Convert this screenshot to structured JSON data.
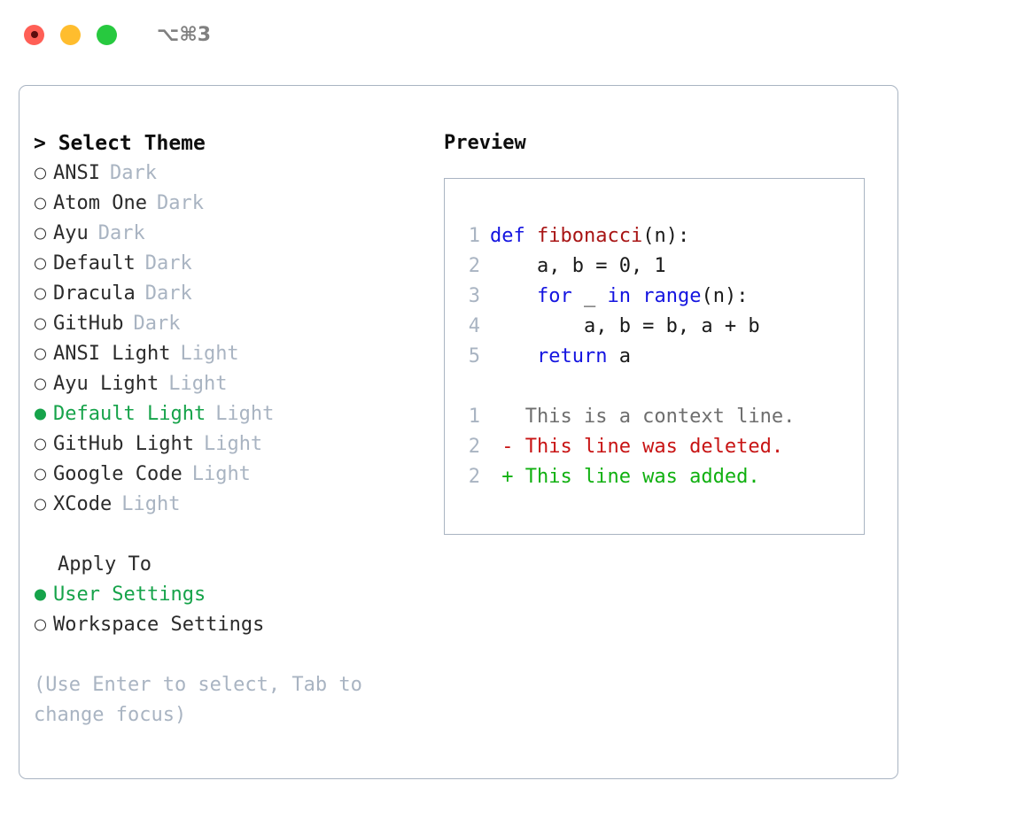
{
  "window": {
    "shortcut": "⌥⌘3",
    "traffic_lights": [
      {
        "name": "close-button",
        "color": "#ff5f56"
      },
      {
        "name": "minimize-button",
        "color": "#ffbd2e"
      },
      {
        "name": "maximize-button",
        "color": "#27c93f"
      }
    ]
  },
  "theme_picker": {
    "title": "> Select Theme",
    "selected_theme": "Default Light",
    "items": [
      {
        "name": "ANSI",
        "variant": "Dark",
        "selected": false
      },
      {
        "name": "Atom One",
        "variant": "Dark",
        "selected": false
      },
      {
        "name": "Ayu",
        "variant": "Dark",
        "selected": false
      },
      {
        "name": "Default",
        "variant": "Dark",
        "selected": false
      },
      {
        "name": "Dracula",
        "variant": "Dark",
        "selected": false
      },
      {
        "name": "GitHub",
        "variant": "Dark",
        "selected": false
      },
      {
        "name": "ANSI Light",
        "variant": "Light",
        "selected": false
      },
      {
        "name": "Ayu Light",
        "variant": "Light",
        "selected": false
      },
      {
        "name": "Default Light",
        "variant": "Light",
        "selected": true
      },
      {
        "name": "GitHub Light",
        "variant": "Light",
        "selected": false
      },
      {
        "name": "Google Code",
        "variant": "Light",
        "selected": false
      },
      {
        "name": "XCode",
        "variant": "Light",
        "selected": false
      }
    ]
  },
  "apply_to": {
    "title": "Apply To",
    "selected": "User Settings",
    "options": [
      {
        "label": "User Settings",
        "selected": true
      },
      {
        "label": "Workspace Settings",
        "selected": false
      }
    ]
  },
  "hint": "(Use Enter to select, Tab to change focus)",
  "preview": {
    "title": "Preview",
    "code_lines": [
      {
        "number": "1",
        "tokens": [
          {
            "text": "def ",
            "style": "kw"
          },
          {
            "text": "fibonacci",
            "style": "fn"
          },
          {
            "text": "(n):",
            "style": "pl"
          }
        ]
      },
      {
        "number": "2",
        "tokens": [
          {
            "text": "    a, b = 0, 1",
            "style": "pl"
          }
        ]
      },
      {
        "number": "3",
        "tokens": [
          {
            "text": "    ",
            "style": "pl"
          },
          {
            "text": "for",
            "style": "kw"
          },
          {
            "text": " _ ",
            "style": "pl"
          },
          {
            "text": "in",
            "style": "kw"
          },
          {
            "text": " ",
            "style": "pl"
          },
          {
            "text": "range",
            "style": "kw"
          },
          {
            "text": "(n):",
            "style": "pl"
          }
        ]
      },
      {
        "number": "4",
        "tokens": [
          {
            "text": "        a, b = b, a + b",
            "style": "pl"
          }
        ]
      },
      {
        "number": "5",
        "tokens": [
          {
            "text": "    ",
            "style": "pl"
          },
          {
            "text": "return",
            "style": "kw"
          },
          {
            "text": " a",
            "style": "pl"
          }
        ]
      }
    ],
    "diff_lines": [
      {
        "number": "1",
        "marker": " ",
        "text": "This is a context line.",
        "style": "ctx"
      },
      {
        "number": "2",
        "marker": "-",
        "text": "This line was deleted.",
        "style": "del"
      },
      {
        "number": "2",
        "marker": "+",
        "text": "This line was added.",
        "style": "add"
      }
    ]
  },
  "colors": {
    "accent_green": "#16a34a",
    "muted": "#a9b4c2",
    "text": "#2b2b2b",
    "keyword": "#1414e0",
    "function": "#a81414",
    "diff_add": "#10b010",
    "diff_del": "#c81414"
  }
}
